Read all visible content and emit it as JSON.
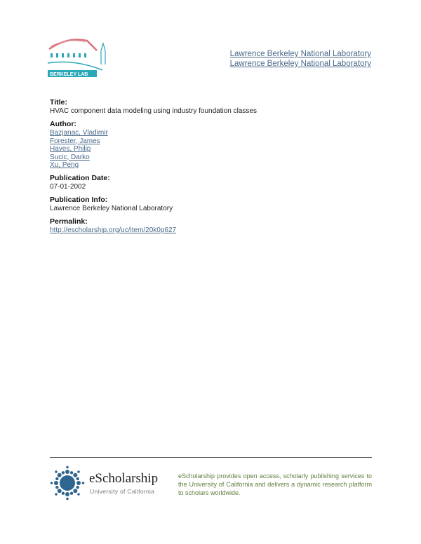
{
  "header": {
    "logo": "berkeley-lab-logo",
    "logo_text": "BERKELEY LAB",
    "links": [
      "Lawrence Berkeley National Laboratory",
      "Lawrence Berkeley National Laboratory"
    ]
  },
  "record": {
    "title_label": "Title:",
    "title": "HVAC component data modeling using industry foundation classes",
    "author_label": "Author:",
    "authors": [
      "Bazjanac, Vladimir",
      "Forester, James",
      "Haves, Philip",
      "Sucic, Darko",
      "Xu, Peng"
    ],
    "date_label": "Publication Date:",
    "date": "07-01-2002",
    "info_label": "Publication Info:",
    "info": "Lawrence Berkeley National Laboratory",
    "permalink_label": "Permalink:",
    "permalink": "http://escholarship.org/uc/item/20k0p627"
  },
  "footer": {
    "logo": "escholarship-logo",
    "brand": "eScholarship",
    "subtitle": "University of California",
    "description": "eScholarship provides open access, scholarly publishing services to the University of California and delivers a dynamic research platform to scholars worldwide."
  },
  "colors": {
    "link": "#4a6a8a",
    "lbl_red": "#d9707a",
    "lbl_teal": "#2aa8b8",
    "esch_blue": "#2f6690",
    "footer_text": "#5f7d3c"
  }
}
